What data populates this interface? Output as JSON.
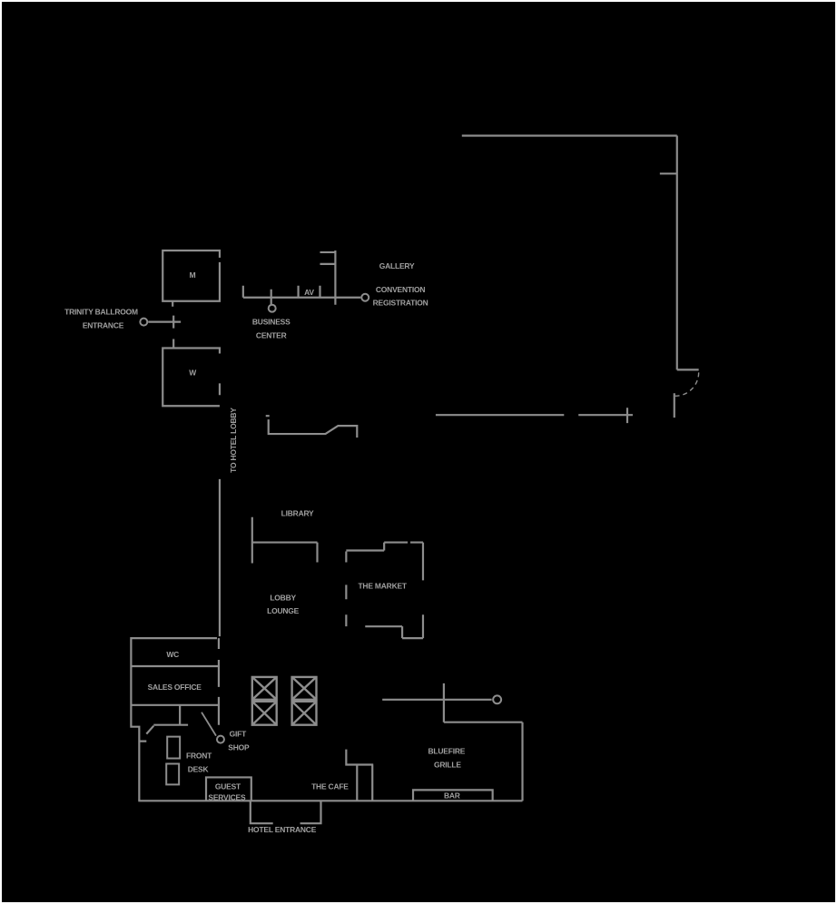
{
  "floor_plan": {
    "colors": {
      "background": "#000000",
      "wall": "#8d8d8d",
      "label": "#a0a0a0",
      "frame": "#ffffff"
    },
    "labels": {
      "trinity_line1": "TRINITY BALLROOM",
      "trinity_line2": "ENTRANCE",
      "mens": "M",
      "womens": "W",
      "business_line1": "BUSINESS",
      "business_line2": "CENTER",
      "av": "AV",
      "gallery": "GALLERY",
      "convention_line1": "CONVENTION",
      "convention_line2": "REGISTRATION",
      "to_hotel_lobby": "TO HOTEL LOBBY",
      "library": "LIBRARY",
      "lounge_line1": "LOBBY",
      "lounge_line2": "LOUNGE",
      "market": "THE MARKET",
      "wc": "WC",
      "sales_office": "SALES OFFICE",
      "gift_line1": "GIFT",
      "gift_line2": "SHOP",
      "front_line1": "FRONT",
      "front_line2": "DESK",
      "guest_line1": "GUEST",
      "guest_line2": "SERVICES",
      "cafe": "THE CAFE",
      "bluefire_line1": "BLUEFIRE",
      "bluefire_line2": "GRILLE",
      "bar": "BAR",
      "hotel_entrance": "HOTEL ENTRANCE"
    }
  }
}
